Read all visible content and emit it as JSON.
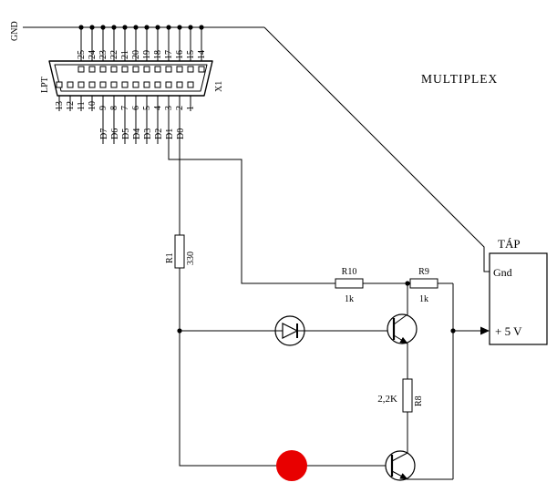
{
  "diagram_title": "MULTIPLEX",
  "gnd_label": "GND",
  "connector": {
    "name": "X1",
    "type": "LPT",
    "pins_top": [
      "25",
      "24",
      "23",
      "22",
      "21",
      "20",
      "19",
      "18",
      "17",
      "16",
      "15",
      "14"
    ],
    "pins_bottom": [
      "13",
      "12",
      "11",
      "10",
      "9",
      "8",
      "7",
      "6",
      "5",
      "4",
      "3",
      "2",
      "1"
    ],
    "data_labels": {
      "9": "D7",
      "8": "D6",
      "7": "D5",
      "6": "D4",
      "5": "D3",
      "4": "D2",
      "3": "D1",
      "2": "D0"
    }
  },
  "power_box": {
    "title": "TÁP",
    "gnd": "Gnd",
    "vcc": "+ 5 V"
  },
  "components": {
    "r1": {
      "ref": "R1",
      "value": "330"
    },
    "r10": {
      "ref": "R10",
      "value": "1k"
    },
    "r9": {
      "ref": "R9",
      "value": "1k"
    },
    "r8": {
      "ref": "R8",
      "value": "2,2K"
    }
  },
  "colors": {
    "wire": "#000000",
    "led": "#e80000"
  }
}
